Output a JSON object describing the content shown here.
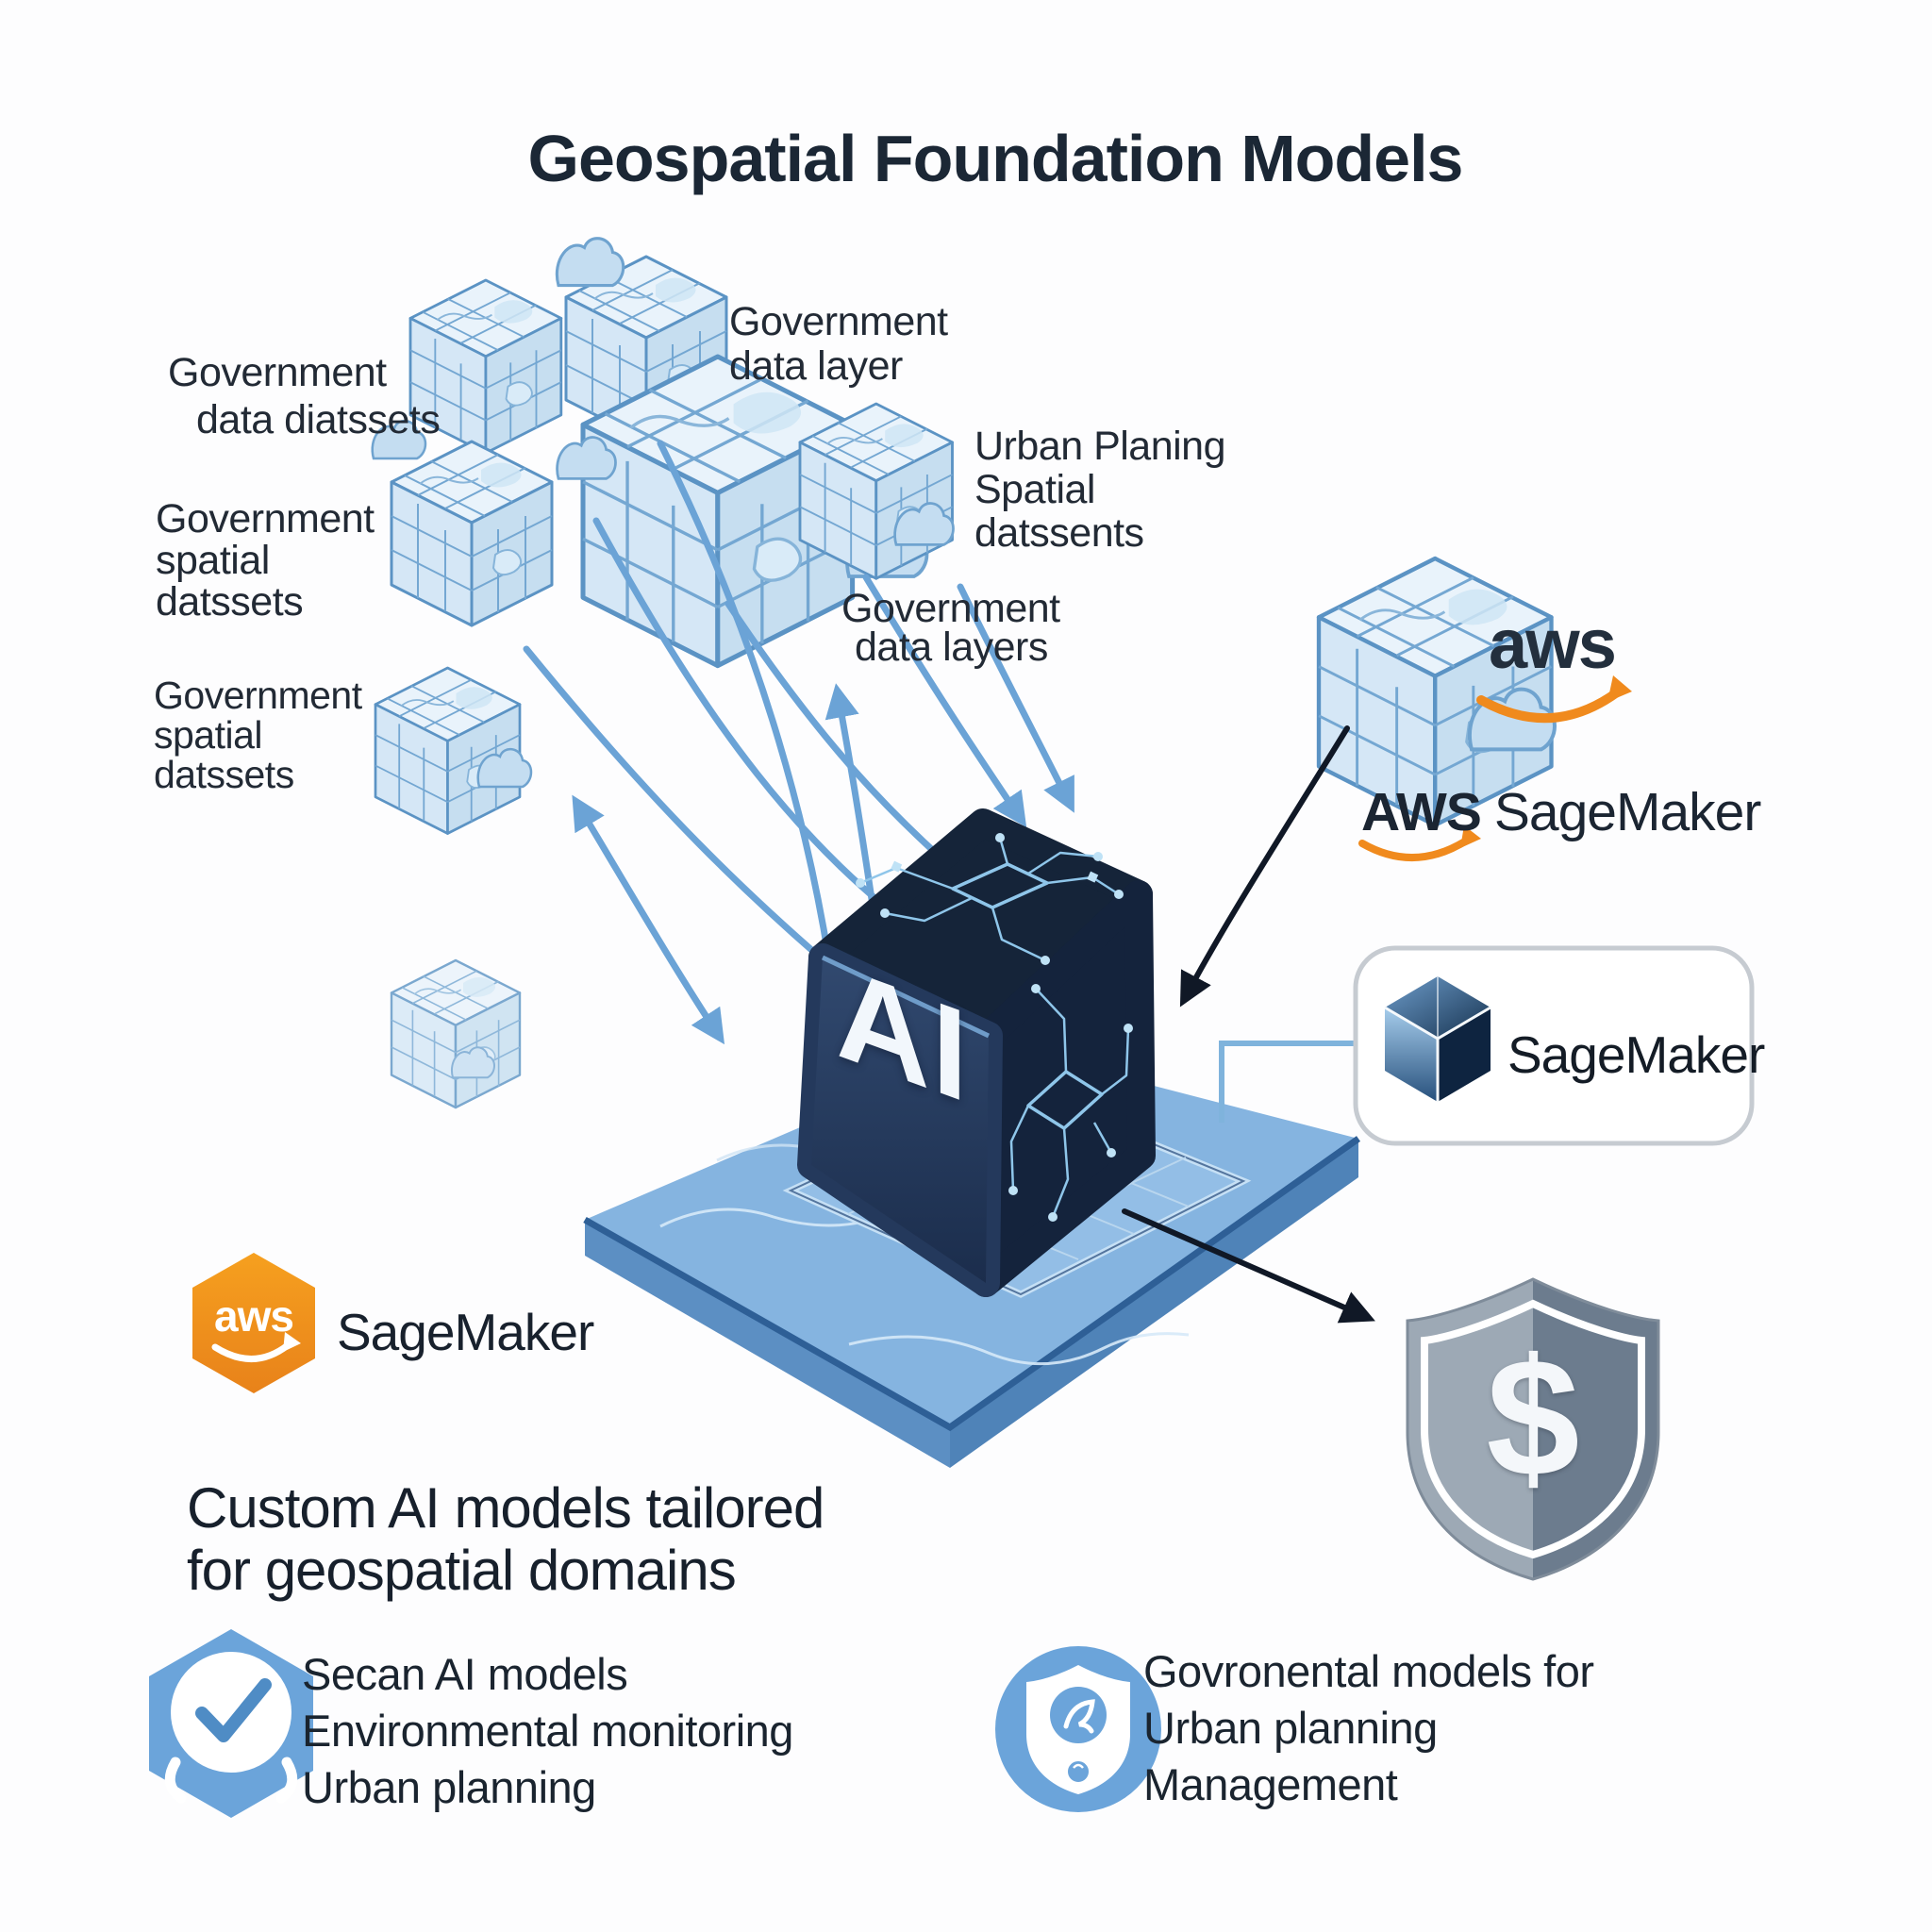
{
  "title": "Geospatial Foundation Models",
  "dataset_labels": {
    "top_left": {
      "lines": [
        "Government",
        "data diatssets"
      ]
    },
    "data_layer": {
      "lines": [
        "Government",
        "data layer"
      ]
    },
    "urban_planning": {
      "lines": [
        "Urban Planing",
        "Spatial",
        "datssents"
      ]
    },
    "spatial_mid": {
      "lines": [
        "Government",
        "spatial",
        "datssets"
      ]
    },
    "data_layers": {
      "lines": [
        "Government",
        "data layers"
      ]
    },
    "spatial_lower": {
      "lines": [
        "Government",
        "spatial",
        "datssets"
      ]
    }
  },
  "ai_cube": {
    "label": "AI"
  },
  "aws": {
    "logo_text": "aws",
    "sagemaker_heading": {
      "aws_word": "AWS",
      "product_word": "SageMaker"
    },
    "sagemaker_box_label": "SageMaker",
    "bottom_badge": {
      "logo_text": "aws",
      "product_label": "SageMaker"
    }
  },
  "shield": {
    "symbol": "$"
  },
  "caption": {
    "lines": [
      "Custom AI models tailored",
      "for geospatial domains"
    ]
  },
  "features_left": {
    "lines": [
      "Secan AI models",
      "Environmental monitoring",
      "Urban planning"
    ]
  },
  "features_right": {
    "lines": [
      "Govronental models for",
      "Urban planning",
      "Management"
    ]
  },
  "icons": [
    "map-data-cube-icon",
    "tree-blob-icon",
    "ai-chip-cube-icon",
    "platform-slab-icon",
    "flow-arrow-icon",
    "aws-smile-arrow-icon",
    "sagemaker-cube-icon",
    "aws-hexagon-icon",
    "dollar-shield-icon",
    "check-hexagon-icon",
    "eco-shield-circle-icon"
  ],
  "colors": {
    "accent_blue": "#6ba3d6",
    "platform_blue": "#85b4e0",
    "navy": "#16263e",
    "aws_orange": "#f08a1d",
    "text_dark": "#1c2430",
    "icon_blue": "#6ba4da",
    "shield_gray_light": "#9da9b5",
    "shield_gray_dark": "#6c7c8e",
    "cube_fill": "#dcebf7",
    "cube_stroke": "#5b93c4"
  }
}
